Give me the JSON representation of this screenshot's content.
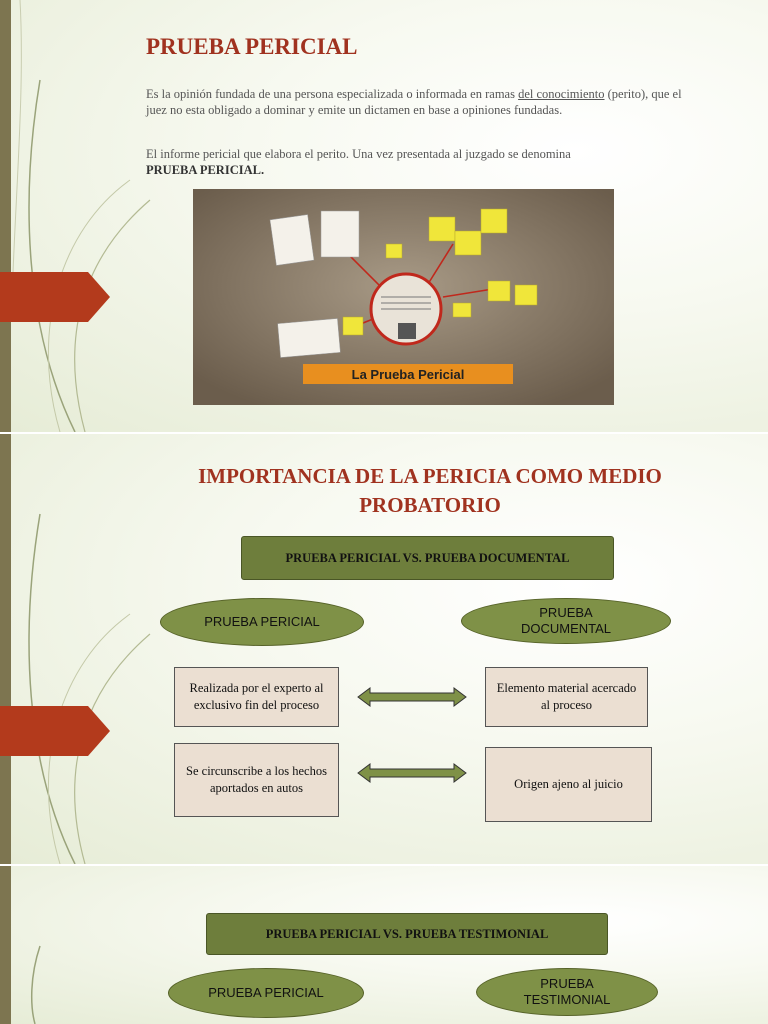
{
  "slide1": {
    "title": "PRUEBA PERICIAL",
    "para1_pre": "Es la opinión fundada de una persona especializada o informada en ramas ",
    "para1_link": "del conocimiento",
    "para1_post": " (perito), que el juez no esta obligado a dominar y emite un dictamen en base a opiniones fundadas.",
    "para2_text": "El informe pericial que elabora el perito. Una vez presentada al juzgado se denomina ",
    "para2_bold": "PRUEBA PERICIAL.",
    "image_caption": "La Prueba Pericial"
  },
  "slide2": {
    "title": "IMPORTANCIA DE LA PERICIA COMO MEDIO PROBATORIO",
    "header_box": "PRUEBA PERICIAL VS. PRUEBA DOCUMENTAL",
    "oval_left": "PRUEBA PERICIAL",
    "oval_right": "PRUEBA DOCUMENTAL",
    "left_box1": "Realizada por el experto al exclusivo fin del proceso",
    "right_box1": "Elemento material acercado al proceso",
    "left_box2": "Se circunscribe a los hechos aportados en autos",
    "right_box2": "Origen ajeno al juicio"
  },
  "slide3": {
    "header_box": "PRUEBA PERICIAL VS. PRUEBA TESTIMONIAL",
    "oval_left": "PRUEBA PERICIAL",
    "oval_right": "PRUEBA TESTIMONIAL"
  },
  "colors": {
    "title": "#a0321f",
    "header_fill": "#6e7e3c",
    "oval_fill": "#7f9147",
    "box_fill": "#ebdfd2",
    "tab": "#b33a1c",
    "strip": "#7d7550"
  }
}
